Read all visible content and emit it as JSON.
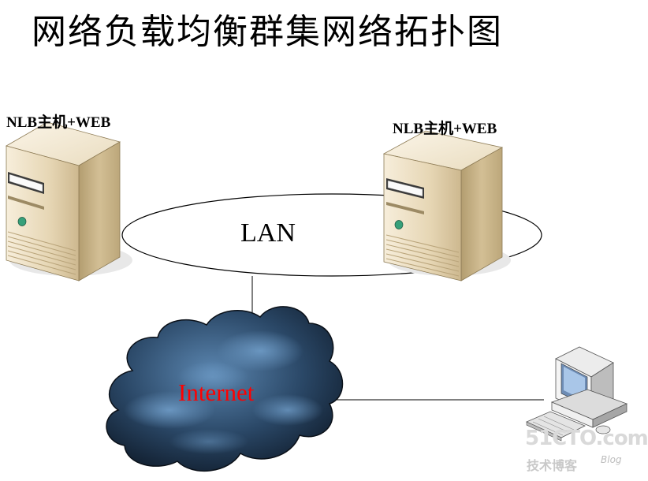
{
  "title": "网络负载均衡群集网络拓扑图",
  "nodes": {
    "host_left": {
      "label": "NLB主机+WEB",
      "icon": "server-tower-icon"
    },
    "host_right": {
      "label": "NLB主机+WEB",
      "icon": "server-tower-icon"
    },
    "lan": {
      "label": "LAN"
    },
    "internet": {
      "label": "Internet",
      "icon": "cloud-icon",
      "color": "#ff0000"
    },
    "client": {
      "icon": "desktop-computer-icon"
    }
  },
  "watermark": {
    "site": "51CTO.com",
    "sub": "技术博客",
    "blog": "Blog"
  }
}
